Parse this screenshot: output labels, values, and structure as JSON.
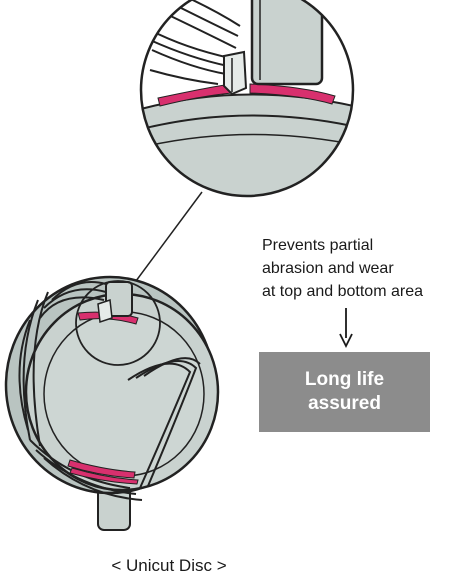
{
  "description": {
    "line1": "Prevents partial",
    "line2": "abrasion and wear",
    "line3": "at top and bottom area"
  },
  "result": {
    "line1": "Long life",
    "line2": "assured"
  },
  "caption": "< Unicut Disc >",
  "colors": {
    "disc_fill": "#c9d2cf",
    "disc_dark": "#a8b4b1",
    "highlight": "#d8306e",
    "outline": "#222222",
    "result_box": "#8c8c8c"
  }
}
